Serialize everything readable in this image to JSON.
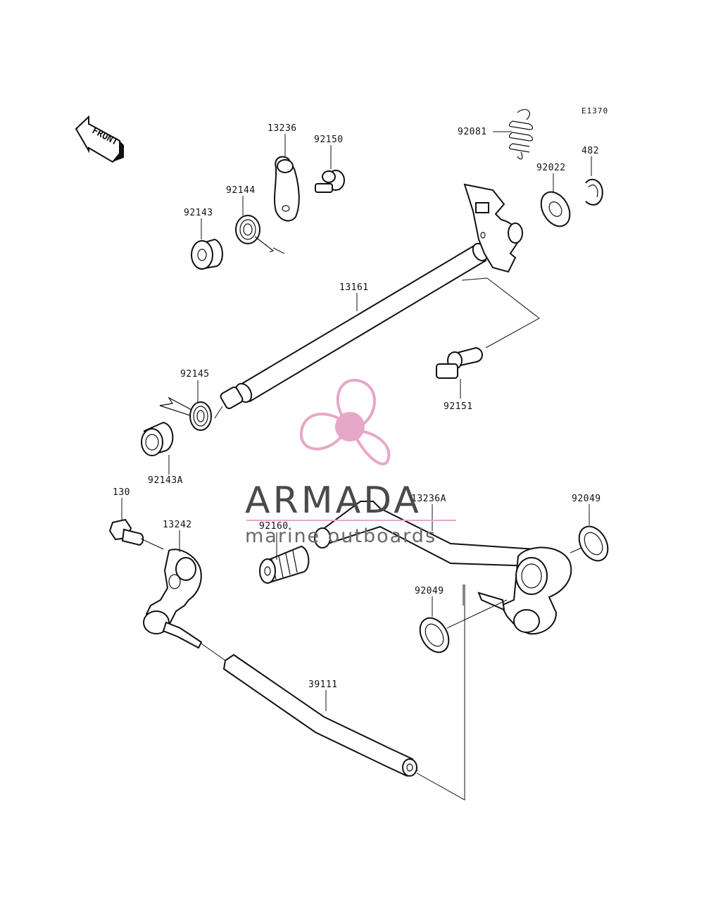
{
  "diagram": {
    "code": "E1370",
    "front_label": "FRONT",
    "parts": [
      {
        "id": "p13236",
        "number": "13236"
      },
      {
        "id": "p92150",
        "number": "92150"
      },
      {
        "id": "p92081",
        "number": "92081"
      },
      {
        "id": "p92144",
        "number": "92144"
      },
      {
        "id": "p92143",
        "number": "92143"
      },
      {
        "id": "p92022",
        "number": "92022"
      },
      {
        "id": "p482",
        "number": "482"
      },
      {
        "id": "p13161",
        "number": "13161"
      },
      {
        "id": "p92145",
        "number": "92145"
      },
      {
        "id": "p92151",
        "number": "92151"
      },
      {
        "id": "p92143a",
        "number": "92143A"
      },
      {
        "id": "p130",
        "number": "130"
      },
      {
        "id": "p13242",
        "number": "13242"
      },
      {
        "id": "p92160",
        "number": "92160"
      },
      {
        "id": "p13236a",
        "number": "13236A"
      },
      {
        "id": "p92049a",
        "number": "92049"
      },
      {
        "id": "p92049b",
        "number": "92049"
      },
      {
        "id": "p39111",
        "number": "39111"
      }
    ]
  },
  "watermark": {
    "brand": "ARMADA",
    "tagline": "marine outboards",
    "color": "#e7a7c8"
  }
}
